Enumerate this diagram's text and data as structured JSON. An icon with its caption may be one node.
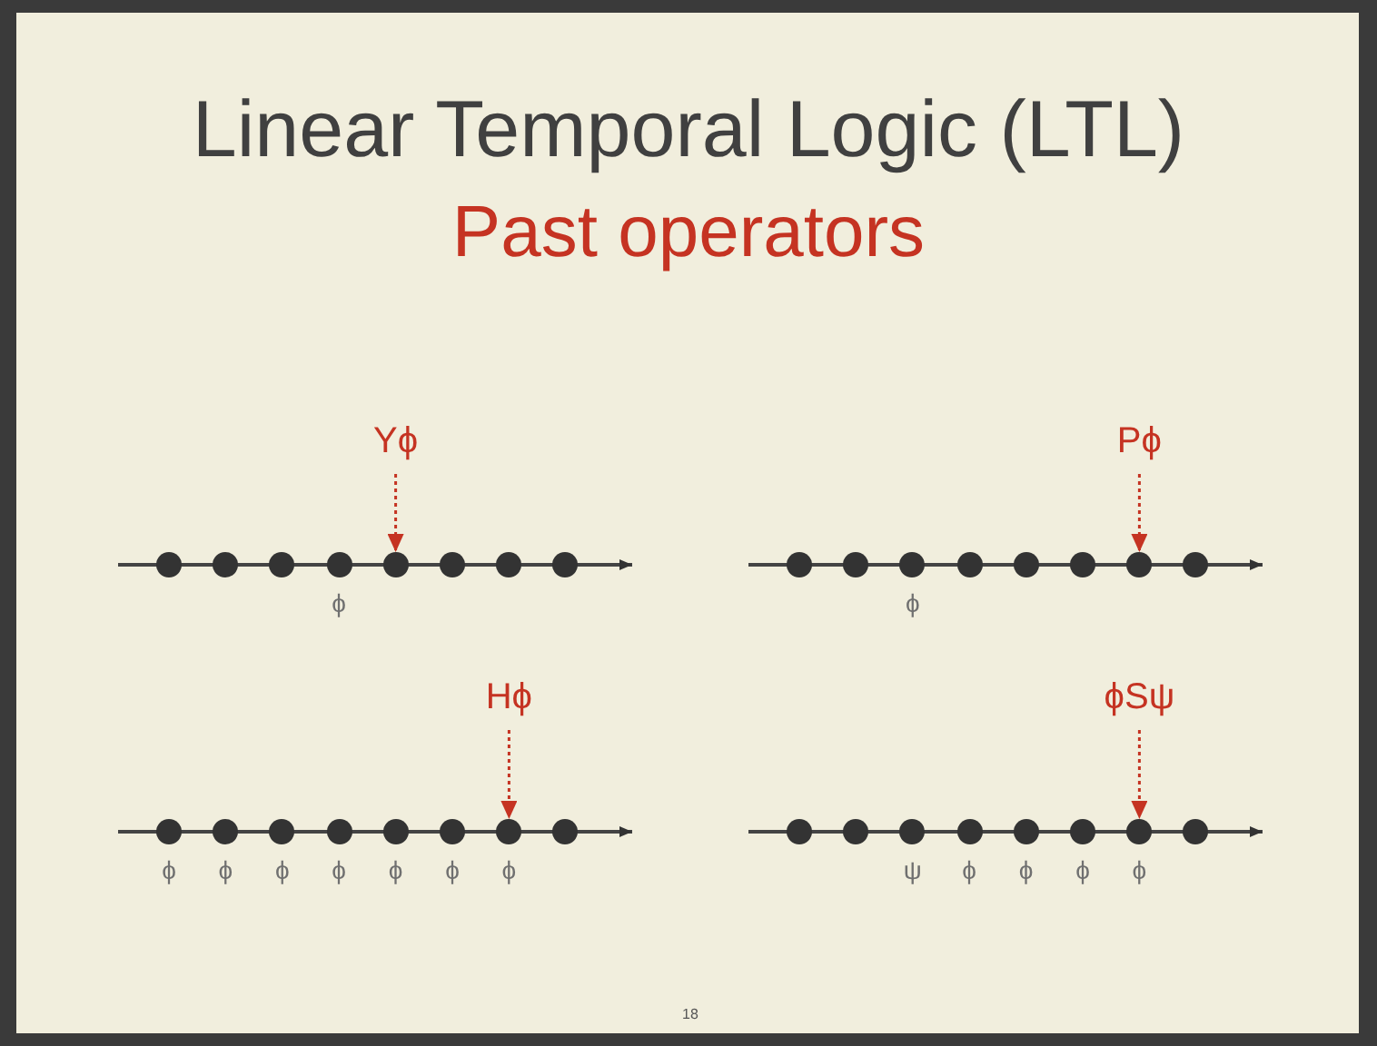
{
  "diagram": {
    "title": "Linear Temporal Logic (LTL)",
    "nodes": [
      {
        "text": [
          "Yϕ"
        ]
      },
      {
        "text": [],
        "shape": "circle"
      },
      {
        "text": [],
        "shape": "circle"
      },
      {
        "text": [],
        "shape": "circle"
      },
      {
        "text": [],
        "shape": "circle",
        "beside": [
          "ϕ"
        ]
      },
      {
        "text": [],
        "shape": "circle"
      },
      {
        "text": [],
        "shape": "circle"
      },
      {
        "text": [],
        "shape": "circle"
      },
      {
        "text": [],
        "shape": "circle"
      },
      {
        "text": [
          "Pϕ"
        ]
      },
      {
        "text": [],
        "shape": "circle"
      },
      {
        "text": [],
        "shape": "circle"
      },
      {
        "text": [],
        "shape": "circle",
        "beside": [
          "ϕ"
        ]
      },
      {
        "text": [],
        "shape": "circle"
      },
      {
        "text": [],
        "shape": "circle"
      },
      {
        "text": [],
        "shape": "circle"
      },
      {
        "text": [],
        "shape": "circle"
      },
      {
        "text": [],
        "shape": "circle"
      },
      {
        "text": [
          "Hϕ"
        ]
      },
      {
        "text": [],
        "shape": "circle",
        "beside": [
          "ϕ"
        ]
      },
      {
        "text": [],
        "shape": "circle",
        "beside": [
          "ϕ"
        ]
      },
      {
        "text": [],
        "shape": "circle",
        "beside": [
          "ϕ"
        ]
      },
      {
        "text": [],
        "shape": "circle",
        "beside": [
          "ϕ"
        ]
      },
      {
        "text": [],
        "shape": "circle",
        "beside": [
          "ϕ"
        ]
      },
      {
        "text": [],
        "shape": "circle",
        "beside": [
          "ϕ"
        ]
      },
      {
        "text": [],
        "shape": "circle",
        "beside": [
          "ϕ"
        ]
      },
      {
        "text": [],
        "shape": "circle"
      },
      {
        "text": [
          "ϕSψ"
        ]
      },
      {
        "text": [],
        "shape": "circle"
      },
      {
        "text": [],
        "shape": "circle"
      },
      {
        "text": [],
        "shape": "circle",
        "beside": [
          "ψ"
        ]
      },
      {
        "text": [],
        "shape": "circle",
        "beside": [
          "ϕ"
        ]
      },
      {
        "text": [],
        "shape": "circle",
        "beside": [
          "ϕ"
        ]
      },
      {
        "text": [],
        "shape": "circle",
        "beside": [
          "ϕ"
        ]
      },
      {
        "text": [],
        "shape": "circle",
        "beside": [
          "ϕ"
        ]
      },
      {
        "text": [],
        "shape": "circle"
      }
    ],
    "edges": [
      {
        "from": 0,
        "to": 5,
        "arrow": "to",
        "style": "dashed"
      },
      {
        "from": 9,
        "to": 16,
        "arrow": "to",
        "style": "dashed"
      },
      {
        "from": 18,
        "to": 25,
        "arrow": "to",
        "style": "dashed"
      },
      {
        "from": 27,
        "to": 34,
        "arrow": "to",
        "style": "dashed"
      }
    ],
    "labels": [
      "Past operators",
      "18"
    ]
  }
}
